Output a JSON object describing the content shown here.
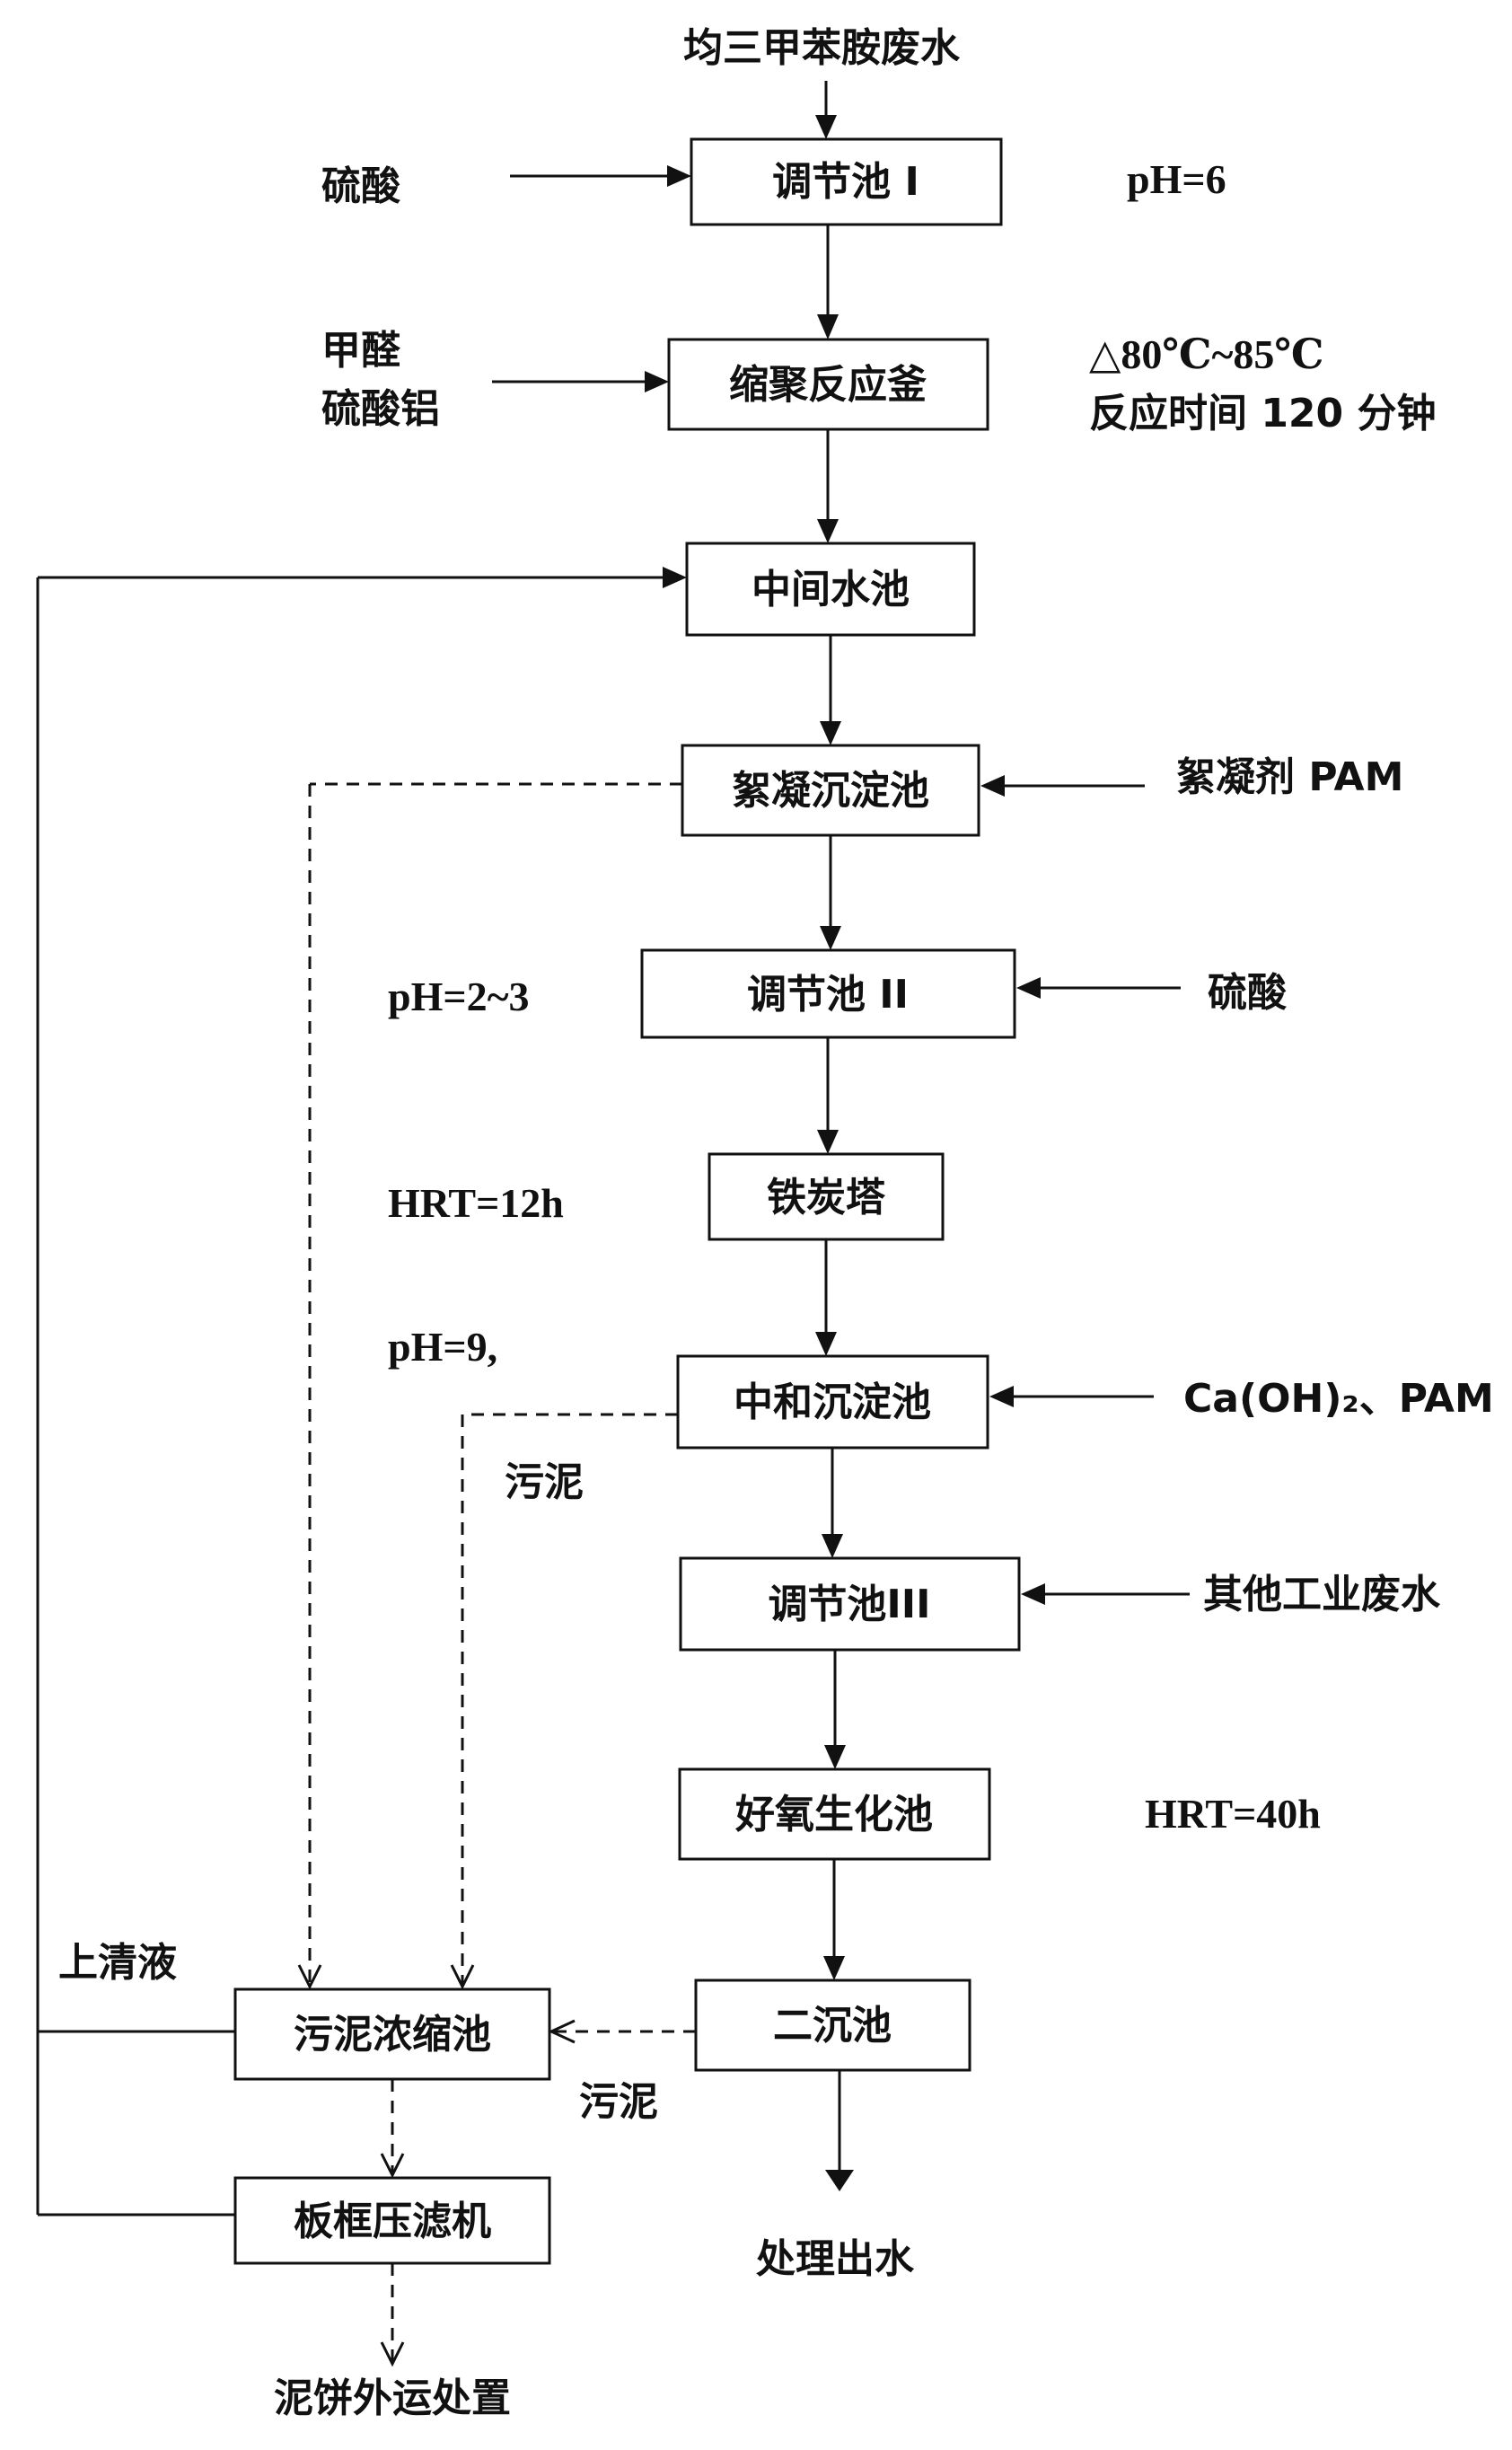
{
  "source": "均三甲苯胺废水",
  "boxes": {
    "tiaojie1": "调节池 I",
    "suoju": "缩聚反应釜",
    "zhongjian": "中间水池",
    "xuning": "絮凝沉淀池",
    "tiaojie2": "调节池 II",
    "tietan": "铁炭塔",
    "zhonghe": "中和沉淀池",
    "tiaojie3": "调节池III",
    "haoyang": "好氧生化池",
    "erchen": "二沉池",
    "nongsuo": "污泥浓缩池",
    "yalv": "板框压滤机"
  },
  "inputs": {
    "sulfuric1": "硫酸",
    "formaldehyde": "甲醛",
    "aluminum_sulfate": "硫酸铝",
    "flocculant": "絮凝剂 PAM",
    "sulfuric2": "硫酸",
    "lime": "Ca(OH)₂、PAM",
    "other_wastewater": "其他工业废水"
  },
  "conditions": {
    "ph6": "pH=6",
    "temp": "△80℃~85℃",
    "reaction_time": "反应时间 120 分钟",
    "ph23": "pH=2~3",
    "hrt12": "HRT=12h",
    "ph9": "pH=9,",
    "hrt40": "HRT=40h"
  },
  "flow_labels": {
    "sludge1": "污泥",
    "sludge2": "污泥",
    "supernatant": "上清液"
  },
  "outputs": {
    "treated_water": "处理出水",
    "cake_disposal": "泥饼外运处置"
  }
}
